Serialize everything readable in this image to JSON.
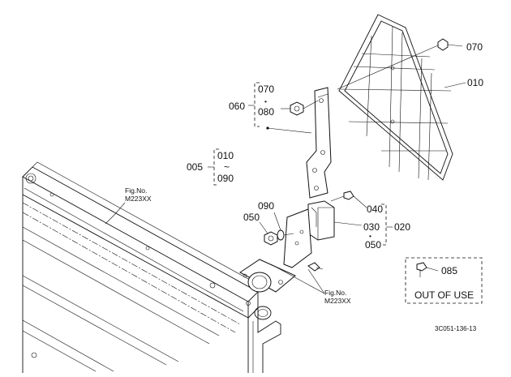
{
  "labels": {
    "p070_top": "070",
    "p010": "010",
    "p060": "060",
    "p070_grp": "070",
    "p080": "080",
    "p005": "005",
    "p010_grp": "010",
    "p090_grp": "090",
    "p090": "090",
    "p050": "050",
    "p040": "040",
    "p030": "030",
    "p050_grp": "050",
    "p020": "020",
    "p085": "085",
    "range_tilde": "~",
    "dot": "•"
  },
  "fig_refs": [
    {
      "line1": "Fig.No.",
      "line2": "M223XX"
    },
    {
      "line1": "Fig.No.",
      "line2": "M223XX"
    }
  ],
  "out_of_use": "OUT OF USE",
  "diagram_code": "3C051-136-13"
}
